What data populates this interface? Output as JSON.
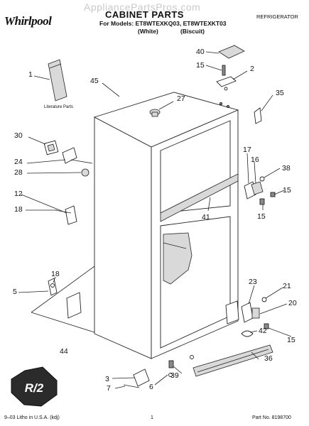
{
  "header": {
    "brand": "Whirlpool",
    "watermark": "AppliancePartsPros.com",
    "title": "CABINET PARTS",
    "models": "For Models: ET8WTEXKQ03, ET8WTEXKT03",
    "color_white": "(White)",
    "color_biscuit": "(Biscuit)",
    "category": "REFRIGERATOR"
  },
  "callouts": {
    "c1": "1",
    "c2": "2",
    "c3": "3",
    "c5": "5",
    "c6": "6",
    "c7": "7",
    "c12": "12",
    "c15a": "15",
    "c15b": "15",
    "c15c": "15",
    "c15d": "15",
    "c16": "16",
    "c17": "17",
    "c18a": "18",
    "c18b": "18",
    "c20": "20",
    "c21": "21",
    "c23": "23",
    "c24": "24",
    "c27": "27",
    "c28": "28",
    "c30": "30",
    "c35": "35",
    "c36": "36",
    "c38": "38",
    "c39": "39",
    "c40": "40",
    "c41": "41",
    "c42": "42",
    "c44": "44",
    "c45": "45"
  },
  "literature_label": "Literature Parts",
  "badge_text": "R/2",
  "footer": {
    "left": "9–03 Litho in U.S.A. (kdj)",
    "page": "1",
    "right": "Part No. 8198700"
  }
}
